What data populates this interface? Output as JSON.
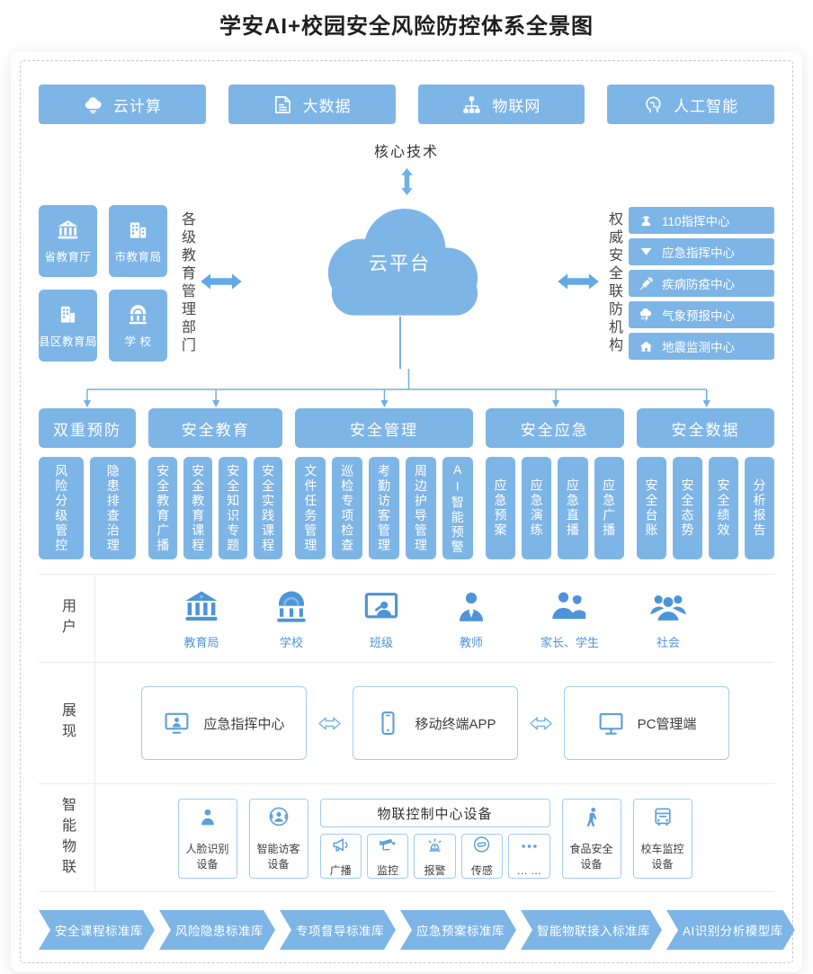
{
  "page": {
    "title": "学安AI+校园安全风险防控体系全景图"
  },
  "colors": {
    "primary_blue": "#7EB5E7",
    "icon_blue": "#5B9FDD",
    "label_link_blue": "#4E94D9",
    "outline_border": "#A3CCF0",
    "connector_blue": "#74AFE3",
    "text_dark": "#333333",
    "side_label_gray": "#484848",
    "grid_line": "#EBEBEB"
  },
  "icons_misc": {
    "v_arrow": "up-down-arrow-icon",
    "h_arrow_left": "left-right-arrow-icon",
    "h_arrow_right": "left-right-arrow-icon",
    "swap_arrow": "hollow-double-arrow-icon"
  },
  "core_tech": {
    "caption": "核心技术",
    "items": [
      {
        "icon": "cloud-computing-icon",
        "label": "云计算"
      },
      {
        "icon": "big-data-icon",
        "label": "大数据"
      },
      {
        "icon": "iot-network-icon",
        "label": "物联网"
      },
      {
        "icon": "ai-head-icon",
        "label": "人工智能"
      }
    ]
  },
  "platform": {
    "cloud_label": "云平台",
    "left_group": {
      "label": "各级教育管理部门",
      "items": [
        {
          "icon": "bank-icon",
          "label": "省教育厅"
        },
        {
          "icon": "city-building-icon",
          "label": "市教育局"
        },
        {
          "icon": "district-building-icon",
          "label": "县区教育局"
        },
        {
          "icon": "school-dome-icon",
          "label": "学 校"
        }
      ]
    },
    "right_group": {
      "label": "权威安全联防机构",
      "items": [
        {
          "icon": "police-icon",
          "label": "110指挥中心"
        },
        {
          "icon": "funnel-flag-icon",
          "label": "应急指挥中心"
        },
        {
          "icon": "syringe-icon",
          "label": "疾病防疫中心"
        },
        {
          "icon": "storm-cloud-icon",
          "label": "气象预报中心"
        },
        {
          "icon": "house-icon",
          "label": "地震监测中心"
        }
      ]
    }
  },
  "modules": [
    {
      "title": "双重预防",
      "items": [
        "风险分级管控",
        "隐患排查治理"
      ]
    },
    {
      "title": "安全教育",
      "items": [
        "安全教育广播",
        "安全教育课程",
        "安全知识专题",
        "安全实践课程"
      ]
    },
    {
      "title": "安全管理",
      "items": [
        "文件任务管理",
        "巡检专项检查",
        "考勤访客管理",
        "周边护导管理",
        "AI智能预警"
      ]
    },
    {
      "title": "安全应急",
      "items": [
        "应急预案",
        "应急演练",
        "应急直播",
        "应急广播"
      ]
    },
    {
      "title": "安全数据",
      "items": [
        "安全台账",
        "安全态势",
        "安全绩效",
        "分析报告"
      ]
    }
  ],
  "rows": {
    "users": {
      "label": "用户",
      "items": [
        {
          "icon": "bank-icon",
          "label": "教育局"
        },
        {
          "icon": "school-dome-icon",
          "label": "学校"
        },
        {
          "icon": "classroom-board-icon",
          "label": "班级"
        },
        {
          "icon": "teacher-icon",
          "label": "教师"
        },
        {
          "icon": "parents-students-icon",
          "label": "家长、学生"
        },
        {
          "icon": "society-group-icon",
          "label": "社会"
        }
      ]
    },
    "presentation": {
      "label": "展现",
      "items": [
        {
          "icon": "command-screen-icon",
          "label": "应急指挥中心"
        },
        {
          "icon": "mobile-phone-icon",
          "label": "移动终端APP"
        },
        {
          "icon": "pc-monitor-icon",
          "label": "PC管理端"
        }
      ]
    },
    "iot": {
      "label": "智能物联",
      "left_items": [
        {
          "icon": "face-recognition-icon",
          "label": "人脸识别\n设备"
        },
        {
          "icon": "smart-visitor-icon",
          "label": "智能访客\n设备"
        }
      ],
      "center": {
        "title": "物联控制中心设备",
        "items": [
          {
            "icon": "megaphone-icon",
            "label": "广播"
          },
          {
            "icon": "cctv-camera-icon",
            "label": "监控"
          },
          {
            "icon": "alarm-icon",
            "label": "报警"
          },
          {
            "icon": "sensor-icon",
            "label": "传感"
          },
          {
            "icon": "ellipsis-icon",
            "label": "… …"
          }
        ]
      },
      "right_items": [
        {
          "icon": "food-safety-icon",
          "label": "食品安全\n设备"
        },
        {
          "icon": "school-bus-icon",
          "label": "校车监控\n设备"
        }
      ]
    }
  },
  "banners": [
    "安全课程标准库",
    "风险隐患标准库",
    "专项督导标准库",
    "应急预案标准库",
    "智能物联接入标准库",
    "AI识别分析模型库"
  ]
}
